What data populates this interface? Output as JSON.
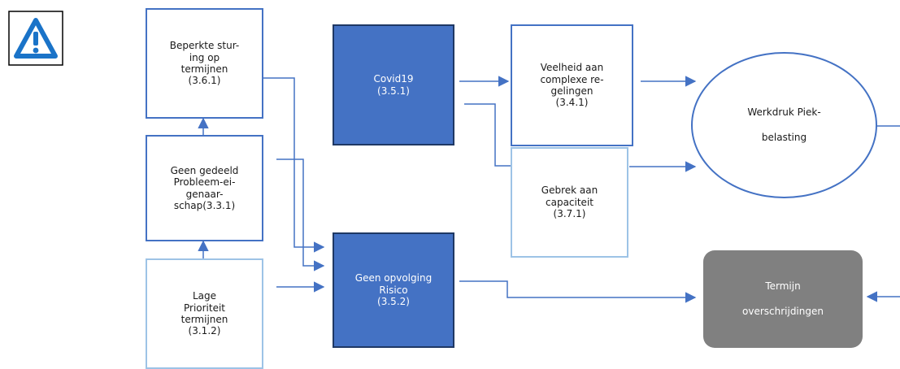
{
  "diagram": {
    "icon": "warning-triangle-icon",
    "colors": {
      "connector": "#4472c4",
      "filled_box": "#4472c4",
      "filled_border": "#1f3864",
      "outline_dark": "#4472c4",
      "outline_light": "#9dc3e6",
      "rounded_box": "#808080"
    },
    "nodes": {
      "beperkte_sturing": {
        "lines": [
          "Beperkte stur-",
          "ing op",
          "termijnen",
          "(3.6.1)"
        ]
      },
      "geen_gedeeld": {
        "lines": [
          "Geen gedeeld",
          "Probleem-ei-",
          "genaar-",
          "schap(3.3.1)"
        ]
      },
      "lage_prioriteit": {
        "lines": [
          "Lage",
          "Prioriteit",
          "termijnen",
          "(3.1.2)"
        ]
      },
      "covid19": {
        "lines": [
          "Covid19",
          "(3.5.1)"
        ]
      },
      "geen_opvolging": {
        "lines": [
          "Geen opvolging",
          "Risico",
          "(3.5.2)"
        ]
      },
      "veelheid": {
        "lines": [
          "Veelheid aan",
          "complexe re-",
          "gelingen",
          "(3.4.1)"
        ]
      },
      "gebrek": {
        "lines": [
          "Gebrek aan",
          "capaciteit",
          "(3.7.1)"
        ]
      },
      "werkdruk": {
        "lines": [
          "Werkdruk Piek-",
          "belasting"
        ]
      },
      "termijn": {
        "lines": [
          "Termijn",
          "overschrijdingen"
        ]
      }
    }
  }
}
